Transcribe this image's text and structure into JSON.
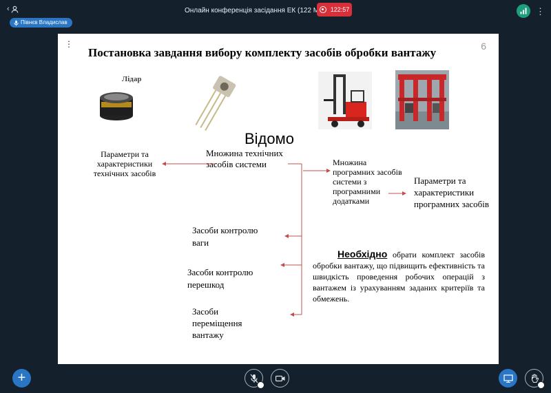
{
  "top_bar": {
    "users_icon_caret": "‹",
    "meeting_title": "Онлайн конференція засідання ЕК (122 Маг)...",
    "recording_time": "122:57",
    "presenter_name": "Півнєв Владислав",
    "connection_color": "#1d9e7c",
    "record_color": "#d7303b"
  },
  "slide": {
    "title": "Постановка завдання вибору комплекту засобів обробки вантажу",
    "page_number": "6",
    "lidar_label": "Лідар",
    "known": "Відомо",
    "tech_params": "Параметри та характеристики технічних засобів",
    "tech_set": "Множина технічних засобів системи",
    "software_set": "Множина програмних засобів системи з програмними додатками",
    "software_params": "Параметри та характеристики програмних засобів",
    "weight_control": "Засоби контролю ваги",
    "obstacle_control": "Засоби контролю перешкод",
    "cargo_movement": "Засоби переміщення вантажу",
    "needed_word": "Необхідно",
    "needed_text": " обрати комплект засобів обробки вантажу, що підвищить ефективність та швидкість проведення робочих операцій з вантажем із урахуванням заданих критеріїв та обмежень.",
    "arrow_color": "#c0504d"
  },
  "bottom_bar": {
    "add_label": "+",
    "accent": "#2a76c5"
  }
}
